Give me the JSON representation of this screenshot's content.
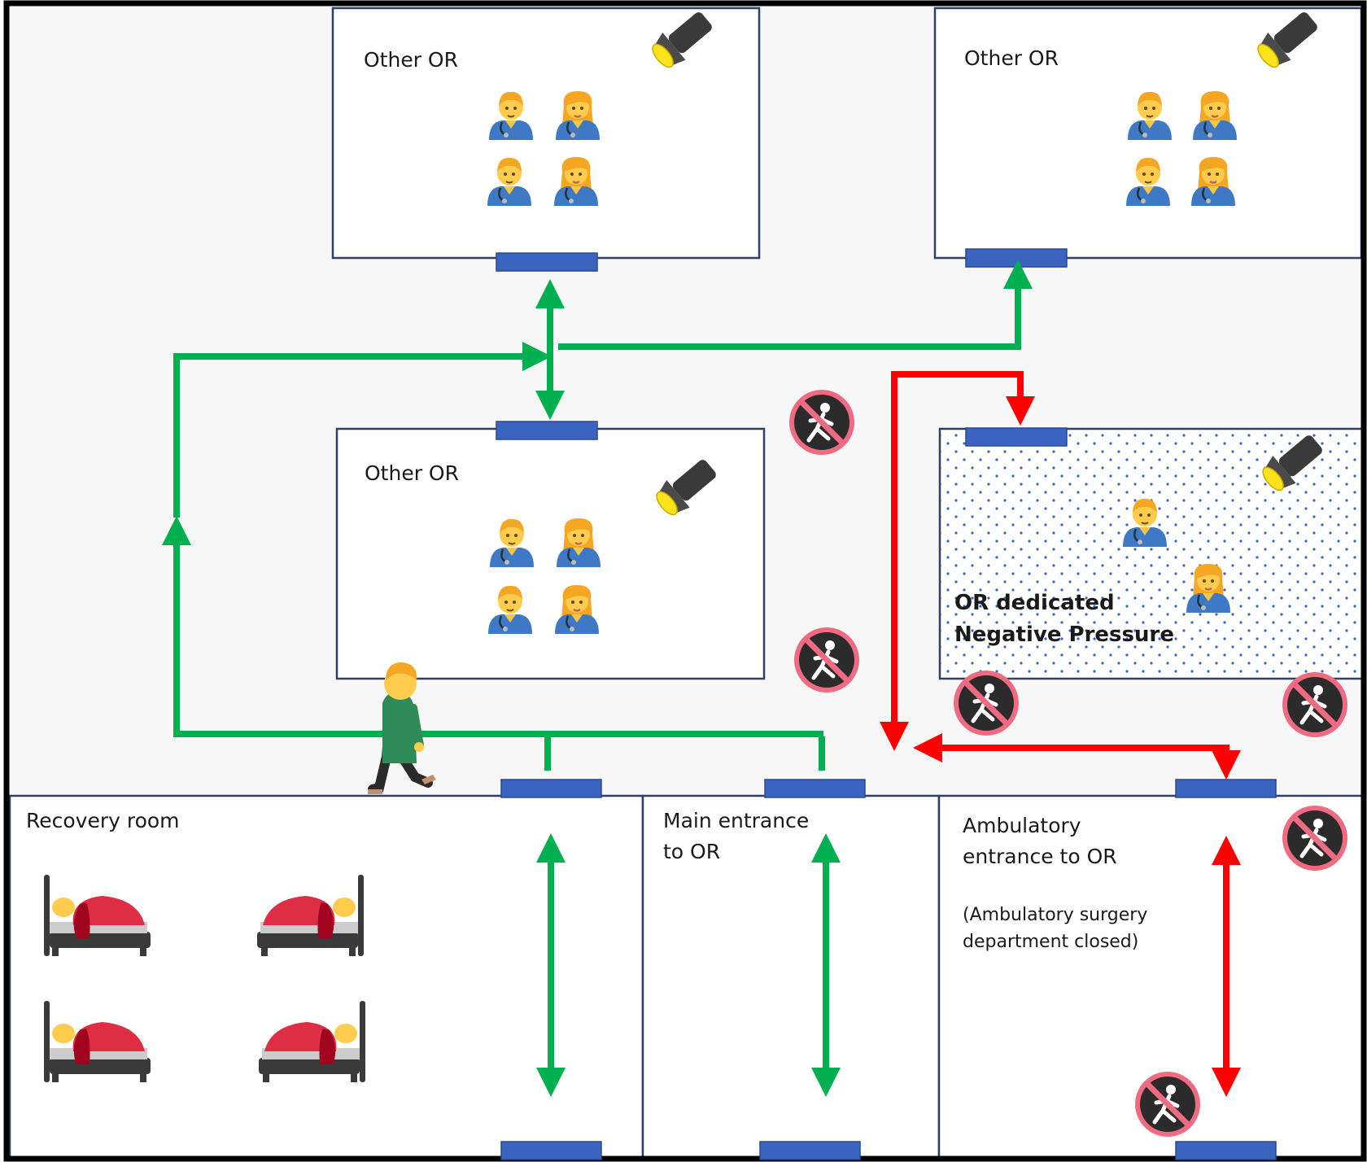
{
  "rooms": {
    "or_top_left": {
      "label": "Other OR"
    },
    "or_top_right": {
      "label": "Other OR"
    },
    "or_middle": {
      "label": "Other OR"
    },
    "or_negative_pressure": {
      "label": "OR dedicated\nNegative Pressure"
    },
    "recovery_room": {
      "label": "Recovery room"
    },
    "main_entrance": {
      "label": "Main entrance\nto OR"
    },
    "ambulatory_entrance": {
      "label": "Ambulatory\nentrance to OR",
      "note": "(Ambulatory surgery\ndepartment closed)"
    }
  },
  "colors": {
    "wall": "#2f3f66",
    "door": "#3b64c0",
    "corridor": "#f7f7f7",
    "clean_path": "#00b050",
    "covid_path": "#ff0000",
    "no_entry": "#e8516a",
    "dot_pattern": "#3b64c0"
  },
  "icons": [
    "flashlight-icon",
    "doctor-man-icon",
    "doctor-woman-icon",
    "no-pedestrian-icon",
    "walking-person-icon",
    "patient-bed-icon"
  ]
}
